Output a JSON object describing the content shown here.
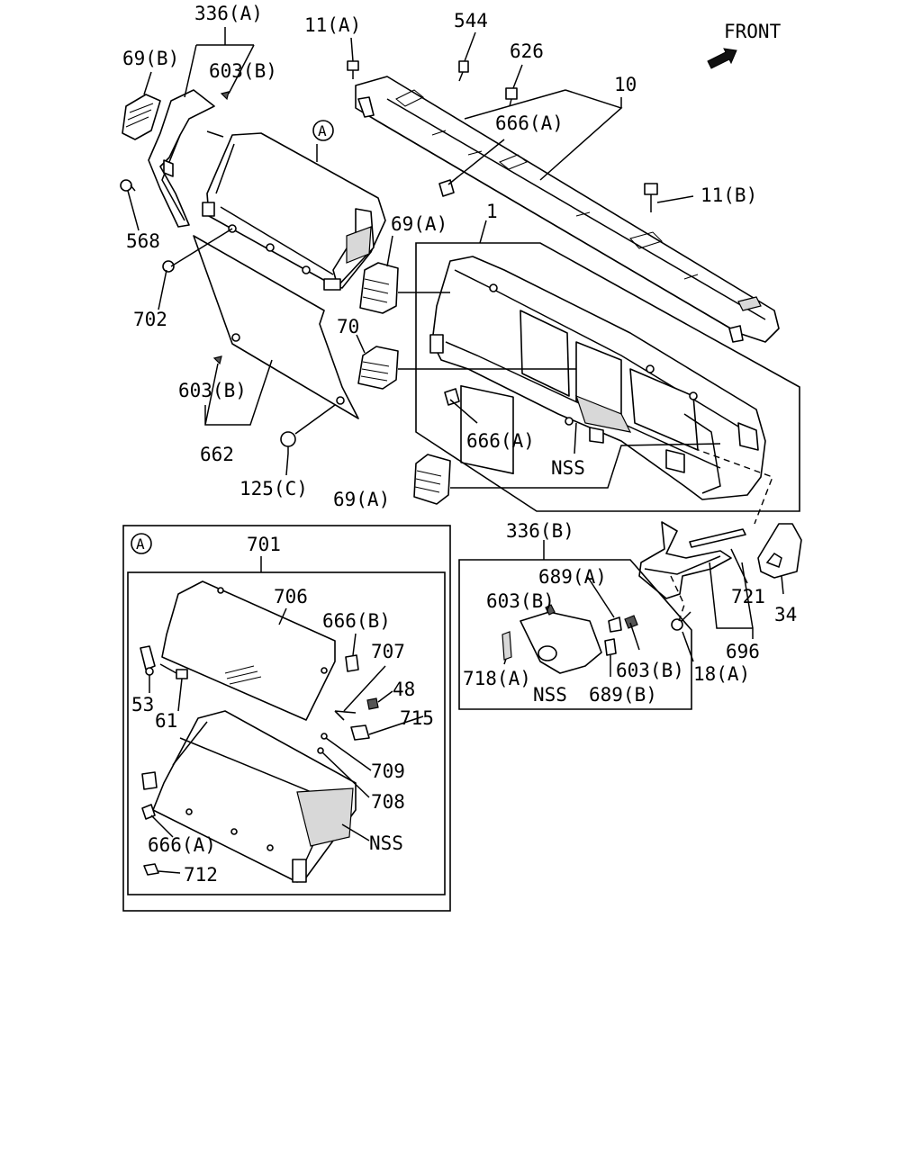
{
  "front_label": "FRONT",
  "callouts": {
    "c336a": "336(A)",
    "c69b": "69(B)",
    "c603b_top": "603(B)",
    "c11a": "11(A)",
    "c544": "544",
    "c626": "626",
    "c10": "10",
    "c666a_top": "666(A)",
    "c11b": "11(B)",
    "c_circle_a": "A",
    "c568": "568",
    "c69a_upper": "69(A)",
    "c1": "1",
    "c702": "702",
    "c70": "70",
    "c603b_mid": "603(B)",
    "c666a_mid": "666(A)",
    "c_nss_main": "NSS",
    "c662": "662",
    "c125c": "125(C)",
    "c69a_lower": "69(A)",
    "c336b": "336(B)",
    "c689a": "689(A)",
    "c603b_right": "603(B)",
    "c718a": "718(A)",
    "c_nss_right": "NSS",
    "c689b": "689(B)",
    "c603b_right2": "603(B)",
    "c18a": "18(A)",
    "c721": "721",
    "c696": "696",
    "c34": "34"
  },
  "inset": {
    "badge": "A",
    "c701": "701",
    "c706": "706",
    "c666b": "666(B)",
    "c707": "707",
    "c48": "48",
    "c53": "53",
    "c61": "61",
    "c715": "715",
    "c709": "709",
    "c708": "708",
    "c_nss": "NSS",
    "c666a": "666(A)",
    "c712": "712"
  }
}
